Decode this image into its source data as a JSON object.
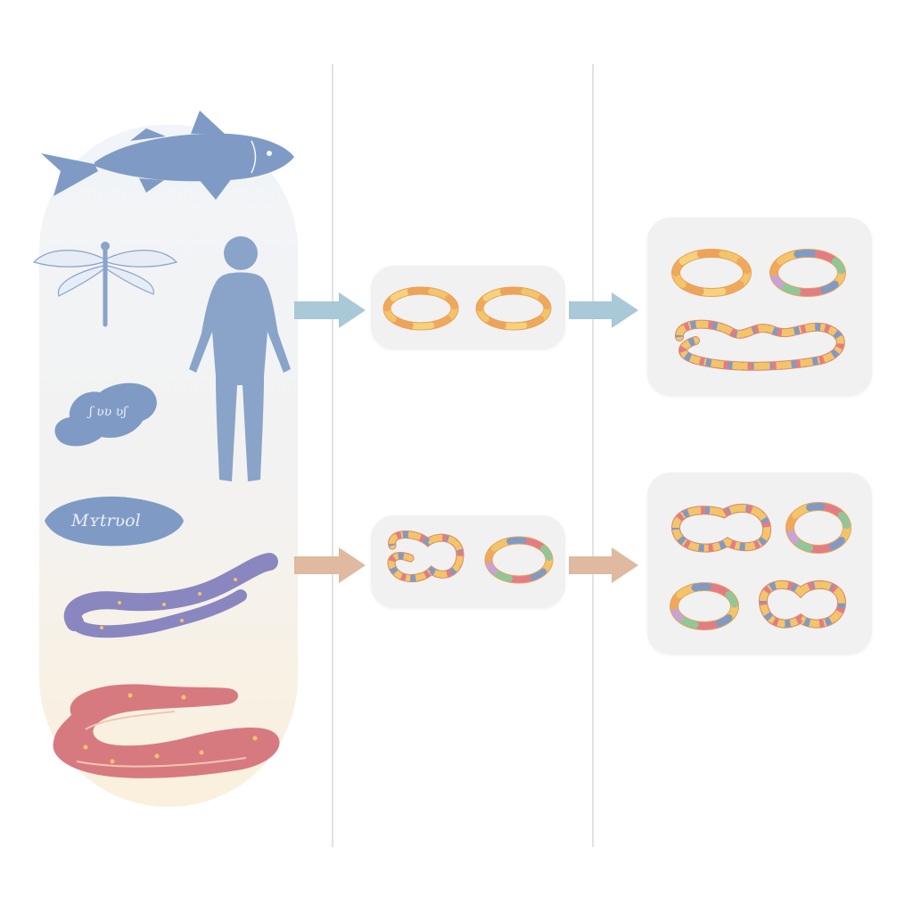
{
  "organisms": [
    {
      "id": "fish",
      "color": "#7f9bc5"
    },
    {
      "id": "dragonfly",
      "color": "#8aa3c8"
    },
    {
      "id": "human",
      "color": "#8aa3c8"
    },
    {
      "id": "flatworm",
      "color": "#7f9bc5",
      "label": "ʃ ʋʋ ʋʃ"
    },
    {
      "id": "mollusc",
      "color": "#7f9bc5",
      "label": "Mʏtrʋol"
    },
    {
      "id": "nematode",
      "color": "#8a86bf"
    },
    {
      "id": "earthworm",
      "color": "#d77a80"
    }
  ],
  "rows": [
    {
      "name": "row-top",
      "arrow_color": "#a9c8d8"
    },
    {
      "name": "row-bottom",
      "arrow_color": "#dfb9a0"
    }
  ],
  "palette": {
    "chromosome_warm": [
      "#f4c46a",
      "#f0a85a",
      "#f7d27a",
      "#eea35b"
    ],
    "chromosome_mixed": [
      "#f4c46a",
      "#7f9bc5",
      "#e37c86",
      "#8fc79a",
      "#c6a3d8",
      "#f0a85a"
    ]
  }
}
